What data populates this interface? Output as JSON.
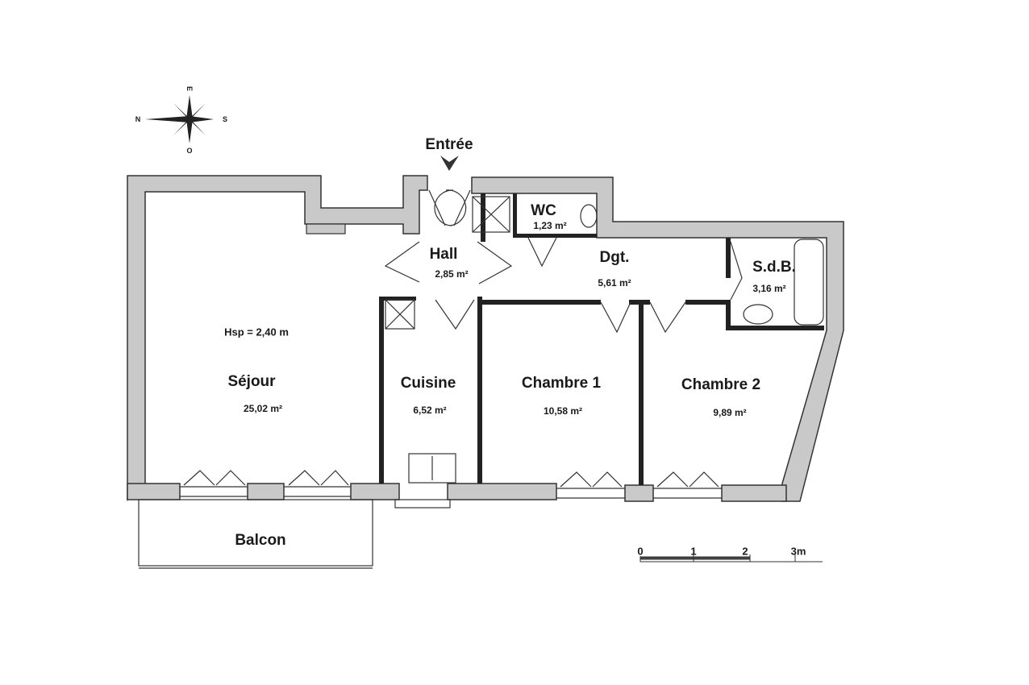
{
  "plan": {
    "entrance_label": "Entrée",
    "ceiling_height": "Hsp = 2,40 m",
    "rooms": [
      {
        "name": "Séjour",
        "area": "25,02 m²"
      },
      {
        "name": "Cuisine",
        "area": "6,52 m²"
      },
      {
        "name": "Hall",
        "area": "2,85 m²"
      },
      {
        "name": "WC",
        "area": "1,23 m²"
      },
      {
        "name": "Dgt.",
        "area": "5,61 m²"
      },
      {
        "name": "S.d.B.",
        "area": "3,16 m²"
      },
      {
        "name": "Chambre 1",
        "area": "10,58 m²"
      },
      {
        "name": "Chambre 2",
        "area": "9,89 m²"
      }
    ],
    "balcony_label": "Balcon"
  },
  "compass": {
    "north": "N",
    "south": "S",
    "east": "E",
    "west": "O"
  },
  "scale_bar": {
    "ticks": [
      "0",
      "1",
      "2",
      "3m"
    ]
  },
  "colors": {
    "wall": "#c9c9c9",
    "line": "#222222"
  }
}
